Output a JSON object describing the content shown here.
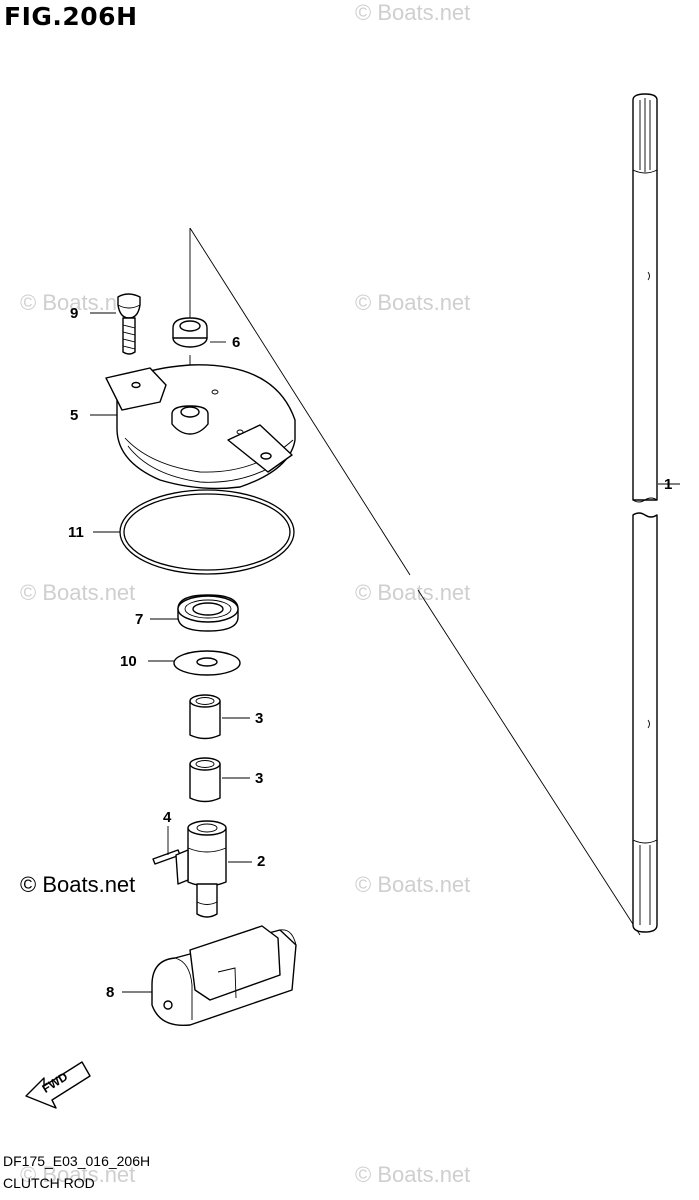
{
  "figure": {
    "title": "FIG.206H",
    "model_code": "DF175_E03_016_206H",
    "caption": "CLUTCH ROD"
  },
  "watermark": {
    "text": "© Boats.net",
    "main_text": "© Boats.net"
  },
  "callouts": {
    "c1": "1",
    "c2": "2",
    "c3a": "3",
    "c3b": "3",
    "c4": "4",
    "c5": "5",
    "c6": "6",
    "c7": "7",
    "c8": "8",
    "c9": "9",
    "c10": "10",
    "c11": "11"
  },
  "direction_badge": {
    "text": "FWD",
    "icon": "forward-arrow-icon"
  },
  "parts": [
    {
      "ref": "1",
      "name": "clutch-rod"
    },
    {
      "ref": "2",
      "name": "clutch-rod-joint"
    },
    {
      "ref": "3",
      "name": "bushing"
    },
    {
      "ref": "4",
      "name": "pin"
    },
    {
      "ref": "5",
      "name": "cover"
    },
    {
      "ref": "6",
      "name": "seal"
    },
    {
      "ref": "7",
      "name": "bearing"
    },
    {
      "ref": "8",
      "name": "clutch-rod-holder"
    },
    {
      "ref": "9",
      "name": "bolt"
    },
    {
      "ref": "10",
      "name": "washer"
    },
    {
      "ref": "11",
      "name": "o-ring"
    }
  ]
}
